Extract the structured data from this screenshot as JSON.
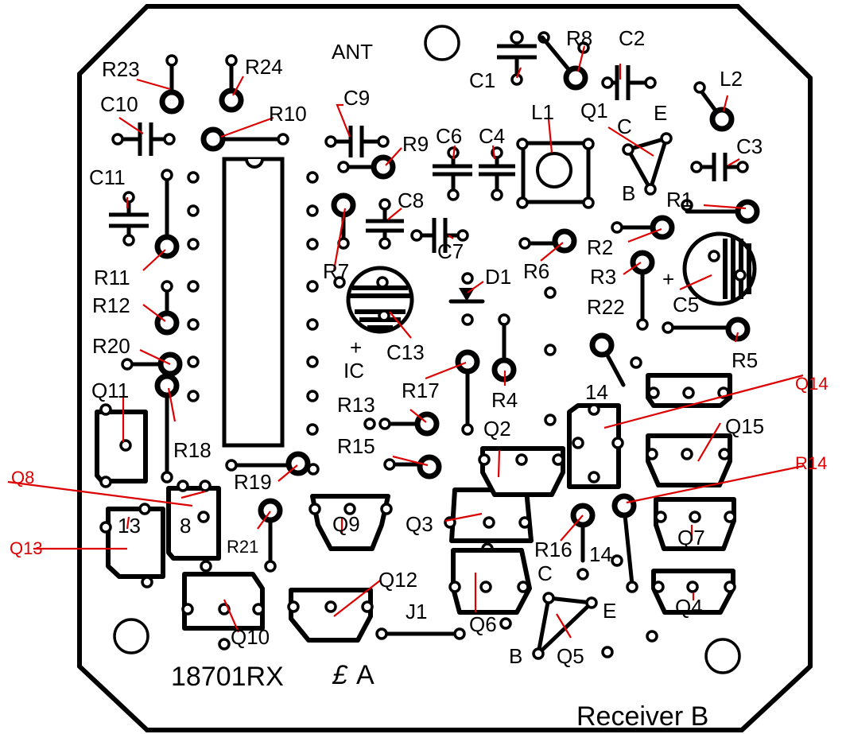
{
  "board": {
    "part_number": "18701RX",
    "revision": "A",
    "revision_symbol": "£",
    "caption": "Receiver B"
  },
  "labels": [
    {
      "id": "ANT",
      "text": "ANT"
    },
    {
      "id": "R23",
      "text": "R23"
    },
    {
      "id": "R24",
      "text": "R24"
    },
    {
      "id": "C10",
      "text": "C10"
    },
    {
      "id": "R10",
      "text": "R10"
    },
    {
      "id": "C9",
      "text": "C9"
    },
    {
      "id": "C1",
      "text": "C1"
    },
    {
      "id": "R8",
      "text": "R8"
    },
    {
      "id": "C2",
      "text": "C2"
    },
    {
      "id": "L2",
      "text": "L2"
    },
    {
      "id": "Q1",
      "text": "Q1"
    },
    {
      "id": "Q1C",
      "text": "C"
    },
    {
      "id": "Q1E",
      "text": "E"
    },
    {
      "id": "Q1B",
      "text": "B"
    },
    {
      "id": "C3",
      "text": "C3"
    },
    {
      "id": "C6",
      "text": "C6"
    },
    {
      "id": "C4",
      "text": "C4"
    },
    {
      "id": "L1",
      "text": "L1"
    },
    {
      "id": "R9",
      "text": "R9"
    },
    {
      "id": "C11",
      "text": "C11"
    },
    {
      "id": "C8",
      "text": "C8"
    },
    {
      "id": "R1",
      "text": "R1"
    },
    {
      "id": "R11",
      "text": "R11"
    },
    {
      "id": "R7",
      "text": "R7"
    },
    {
      "id": "C7",
      "text": "C7"
    },
    {
      "id": "R6",
      "text": "R6"
    },
    {
      "id": "R2",
      "text": "R2"
    },
    {
      "id": "D1",
      "text": "D1"
    },
    {
      "id": "R3",
      "text": "R3"
    },
    {
      "id": "C5",
      "text": "C5"
    },
    {
      "id": "C5plus",
      "text": "+"
    },
    {
      "id": "R12",
      "text": "R12"
    },
    {
      "id": "R22",
      "text": "R22"
    },
    {
      "id": "R20",
      "text": "R20"
    },
    {
      "id": "C13",
      "text": "C13"
    },
    {
      "id": "ICplus",
      "text": "+"
    },
    {
      "id": "IC",
      "text": "IC"
    },
    {
      "id": "R5",
      "text": "R5"
    },
    {
      "id": "R17",
      "text": "R17"
    },
    {
      "id": "Q11",
      "text": "Q11"
    },
    {
      "id": "R4",
      "text": "R4"
    },
    {
      "id": "Q14in",
      "text": "14"
    },
    {
      "id": "R13",
      "text": "R13"
    },
    {
      "id": "R18",
      "text": "R18"
    },
    {
      "id": "Q2",
      "text": "Q2"
    },
    {
      "id": "Q15",
      "text": "Q15"
    },
    {
      "id": "R15",
      "text": "R15"
    },
    {
      "id": "R19",
      "text": "R19"
    },
    {
      "id": "Q8in",
      "text": "8"
    },
    {
      "id": "Q9",
      "text": "Q9"
    },
    {
      "id": "Q3",
      "text": "Q3"
    },
    {
      "id": "Q13in",
      "text": "13"
    },
    {
      "id": "R21",
      "text": "R21"
    },
    {
      "id": "Q7",
      "text": "Q7"
    },
    {
      "id": "R16",
      "text": "R16"
    },
    {
      "id": "R16_14",
      "text": "14"
    },
    {
      "id": "Q12",
      "text": "Q12"
    },
    {
      "id": "Q5C",
      "text": "C"
    },
    {
      "id": "J1",
      "text": "J1"
    },
    {
      "id": "Q6",
      "text": "Q6"
    },
    {
      "id": "Q5E",
      "text": "E"
    },
    {
      "id": "Q4",
      "text": "Q4"
    },
    {
      "id": "Q10",
      "text": "Q10"
    },
    {
      "id": "Q5B",
      "text": "B"
    },
    {
      "id": "Q5",
      "text": "Q5"
    }
  ],
  "red_labels": [
    {
      "id": "Q14",
      "text": "Q14"
    },
    {
      "id": "Q8",
      "text": "Q8"
    },
    {
      "id": "R14",
      "text": "R14"
    },
    {
      "id": "Q13",
      "text": "Q13"
    }
  ],
  "colors": {
    "ink": "#000000",
    "annotation": "#dd0000",
    "board": "#ffffff"
  }
}
